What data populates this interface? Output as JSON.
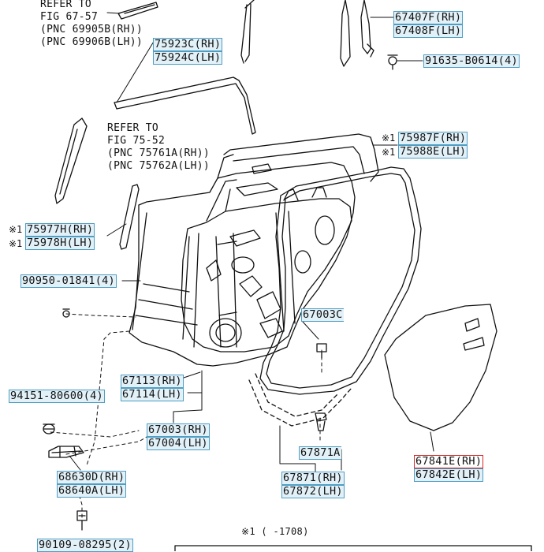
{
  "refs": {
    "top_left": [
      "REFER TO",
      "FIG 67-57",
      "(PNC 69905B(RH))",
      "(PNC 69906B(LH))"
    ],
    "middle": [
      "REFER TO",
      "FIG 75-52",
      "(PNC 75761A(RH))",
      "(PNC 75762A(LH))"
    ]
  },
  "note_marker": "※1",
  "footnote": "※1 (     -1708)",
  "parts": {
    "p67407F": "67407F(RH)",
    "p67408F": "67408F(LH)",
    "p91635": "91635-B0614(4)",
    "p75923C": "75923C(RH)",
    "p75924C": "75924C(LH)",
    "p75987F": "75987F(RH)",
    "p75988E": "75988E(LH)",
    "p75977H": "75977H(RH)",
    "p75978H": "75978H(LH)",
    "p90950": "90950-01841(4)",
    "p67003C": "67003C",
    "p67113H": "67113(RH)",
    "p67114H": "67114(LH)",
    "p94151": "94151-80600(4)",
    "p67003RH": "67003(RH)",
    "p67004LH": "67004(LH)",
    "p67871A": "67871A",
    "p68630D": "68630D(RH)",
    "p68640A": "68640A(LH)",
    "p67871RH": "67871(RH)",
    "p67872LH": "67872(LH)",
    "p67841E": "67841E(RH)",
    "p67842E": "67842E(LH)",
    "p90109": "90109-08295(2)"
  },
  "colors": {
    "label_fill": "#e2f1f8",
    "label_border": "#4d9ec4",
    "selected_border": "#d42a2a",
    "line": "#111111"
  }
}
